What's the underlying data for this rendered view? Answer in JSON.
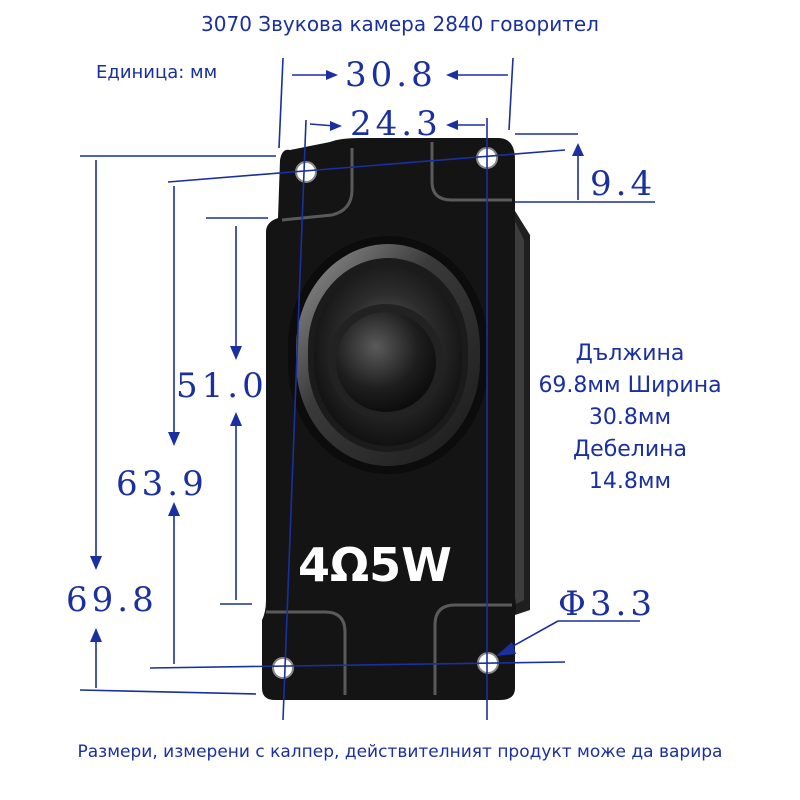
{
  "title": "3070 Звукова камера 2840 говорител",
  "unit_label": "Единица: мм",
  "dimensions": {
    "width_outer": "30.8",
    "width_inner": "24.3",
    "thickness_step": "9.4",
    "inner_height": "51.0",
    "hole_spacing": "63.9",
    "total_length": "69.8",
    "hole_diameter": "Φ3.3"
  },
  "specs": {
    "line1": "Дължина",
    "line2": "69.8мм Ширина",
    "line3": "30.8мм",
    "line4": "Дебелина",
    "line5": "14.8мм"
  },
  "power_label": "4Ω5W",
  "footer": "Размери, измерени с калпер, действителният продукт може да варира",
  "colors": {
    "annotation": "#1a2fa0",
    "speaker_body": "#141414",
    "white": "#ffffff"
  }
}
